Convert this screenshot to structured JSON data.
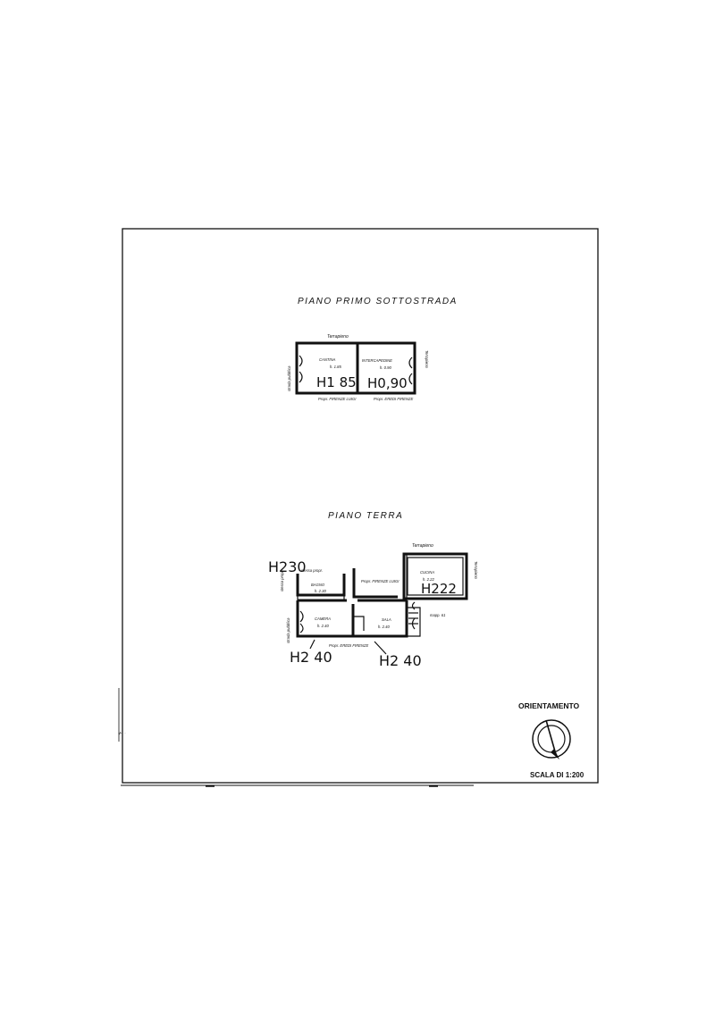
{
  "plan": {
    "basement": {
      "title": "PIANO PRIMO SOTTOSTRADA",
      "label_top": "Terrapieno",
      "label_left": "strada pubblica",
      "label_right": "Terrapieno",
      "room_1_name": "CANTINA",
      "room_1_height_print": "h. 1.85",
      "room_1_height_hand": "H1 85",
      "room_2_name": "INTERCAPEDINE",
      "room_2_height_print": "h. 0.90",
      "room_2_height_hand": "H0,90",
      "owner_1": "Propr. FIRENZE LUIGI",
      "owner_2": "Propr. EREDI FIRENZE"
    },
    "ground": {
      "title": "PIANO TERRA",
      "label_top": "Terrapieno",
      "label_right": "Terrapieno",
      "label_left": "strada pubblica",
      "label_stessa_propr": "stessa propr.",
      "label_stessa_left": "stessa propr.",
      "owner_mid": "Propr. FIRENZE LUIGI",
      "owner_bottom": "Propr. EREDI FIRENZE",
      "mapp": "mapp. 61",
      "bagno_name": "BAGNO",
      "bagno_height_print": "h. 2.30",
      "bagno_height_hand": "H230",
      "cucina_name": "CUCINA",
      "cucina_height_print": "h. 2.22",
      "cucina_height_hand": "H222",
      "camera_name": "CAMERA",
      "camera_height_print": "h. 2.40",
      "camera_height_hand": "H2 40",
      "sala_name": "SALA",
      "sala_height_print": "h. 2.40",
      "sala_height_hand": "H2 40"
    },
    "orientation_label": "ORIENTAMENTO",
    "scale_label": "SCALA DI 1:200"
  }
}
